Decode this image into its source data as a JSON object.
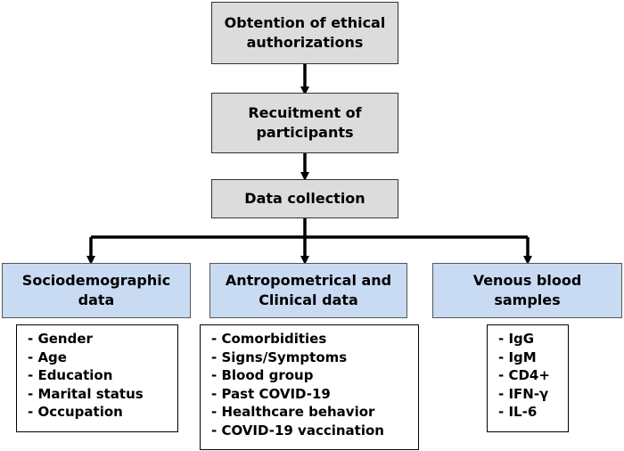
{
  "steps": [
    {
      "lines": [
        "Obtention of ethical",
        "authorizations"
      ]
    },
    {
      "lines": [
        "Recuitment of",
        "participants"
      ]
    },
    {
      "lines": [
        "Data collection"
      ]
    }
  ],
  "categories": [
    {
      "lines": [
        "Sociodemographic",
        "data"
      ],
      "items": [
        "- Gender",
        "- Age",
        "- Education",
        "- Marital status",
        "- Occupation"
      ]
    },
    {
      "lines": [
        "Antropometrical and",
        "Clinical data"
      ],
      "items": [
        "- Comorbidities",
        "- Signs/Symptoms",
        "- Blood group",
        "- Past COVID-19",
        "- Healthcare behavior",
        "- COVID-19 vaccination"
      ]
    },
    {
      "lines": [
        "Venous blood",
        "samples"
      ],
      "items": [
        "- IgG",
        "- IgM",
        "- CD4+",
        "- IFN-γ",
        "- IL-6"
      ]
    }
  ],
  "colors": {
    "step_fill": "#dcdcdc",
    "category_fill": "#c8dbf3",
    "arrow": "#000000"
  }
}
